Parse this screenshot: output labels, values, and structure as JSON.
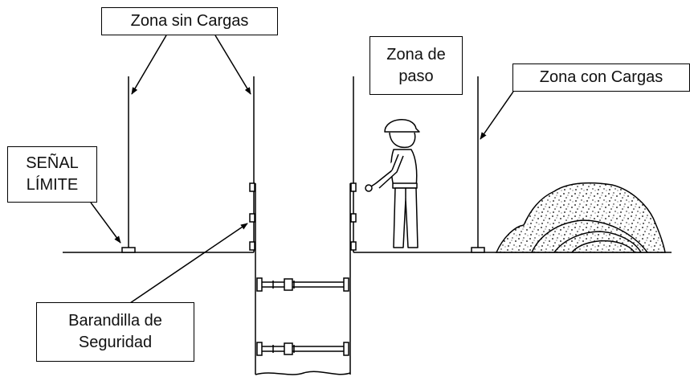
{
  "labels": {
    "zona_sin_cargas": "Zona sin Cargas",
    "zona_de_paso": [
      "Zona de",
      "paso"
    ],
    "zona_con_cargas": "Zona con Cargas",
    "senal_limite": [
      "SEÑAL",
      "LÍMITE"
    ],
    "barandilla": [
      "Barandilla de",
      "Seguridad"
    ]
  }
}
